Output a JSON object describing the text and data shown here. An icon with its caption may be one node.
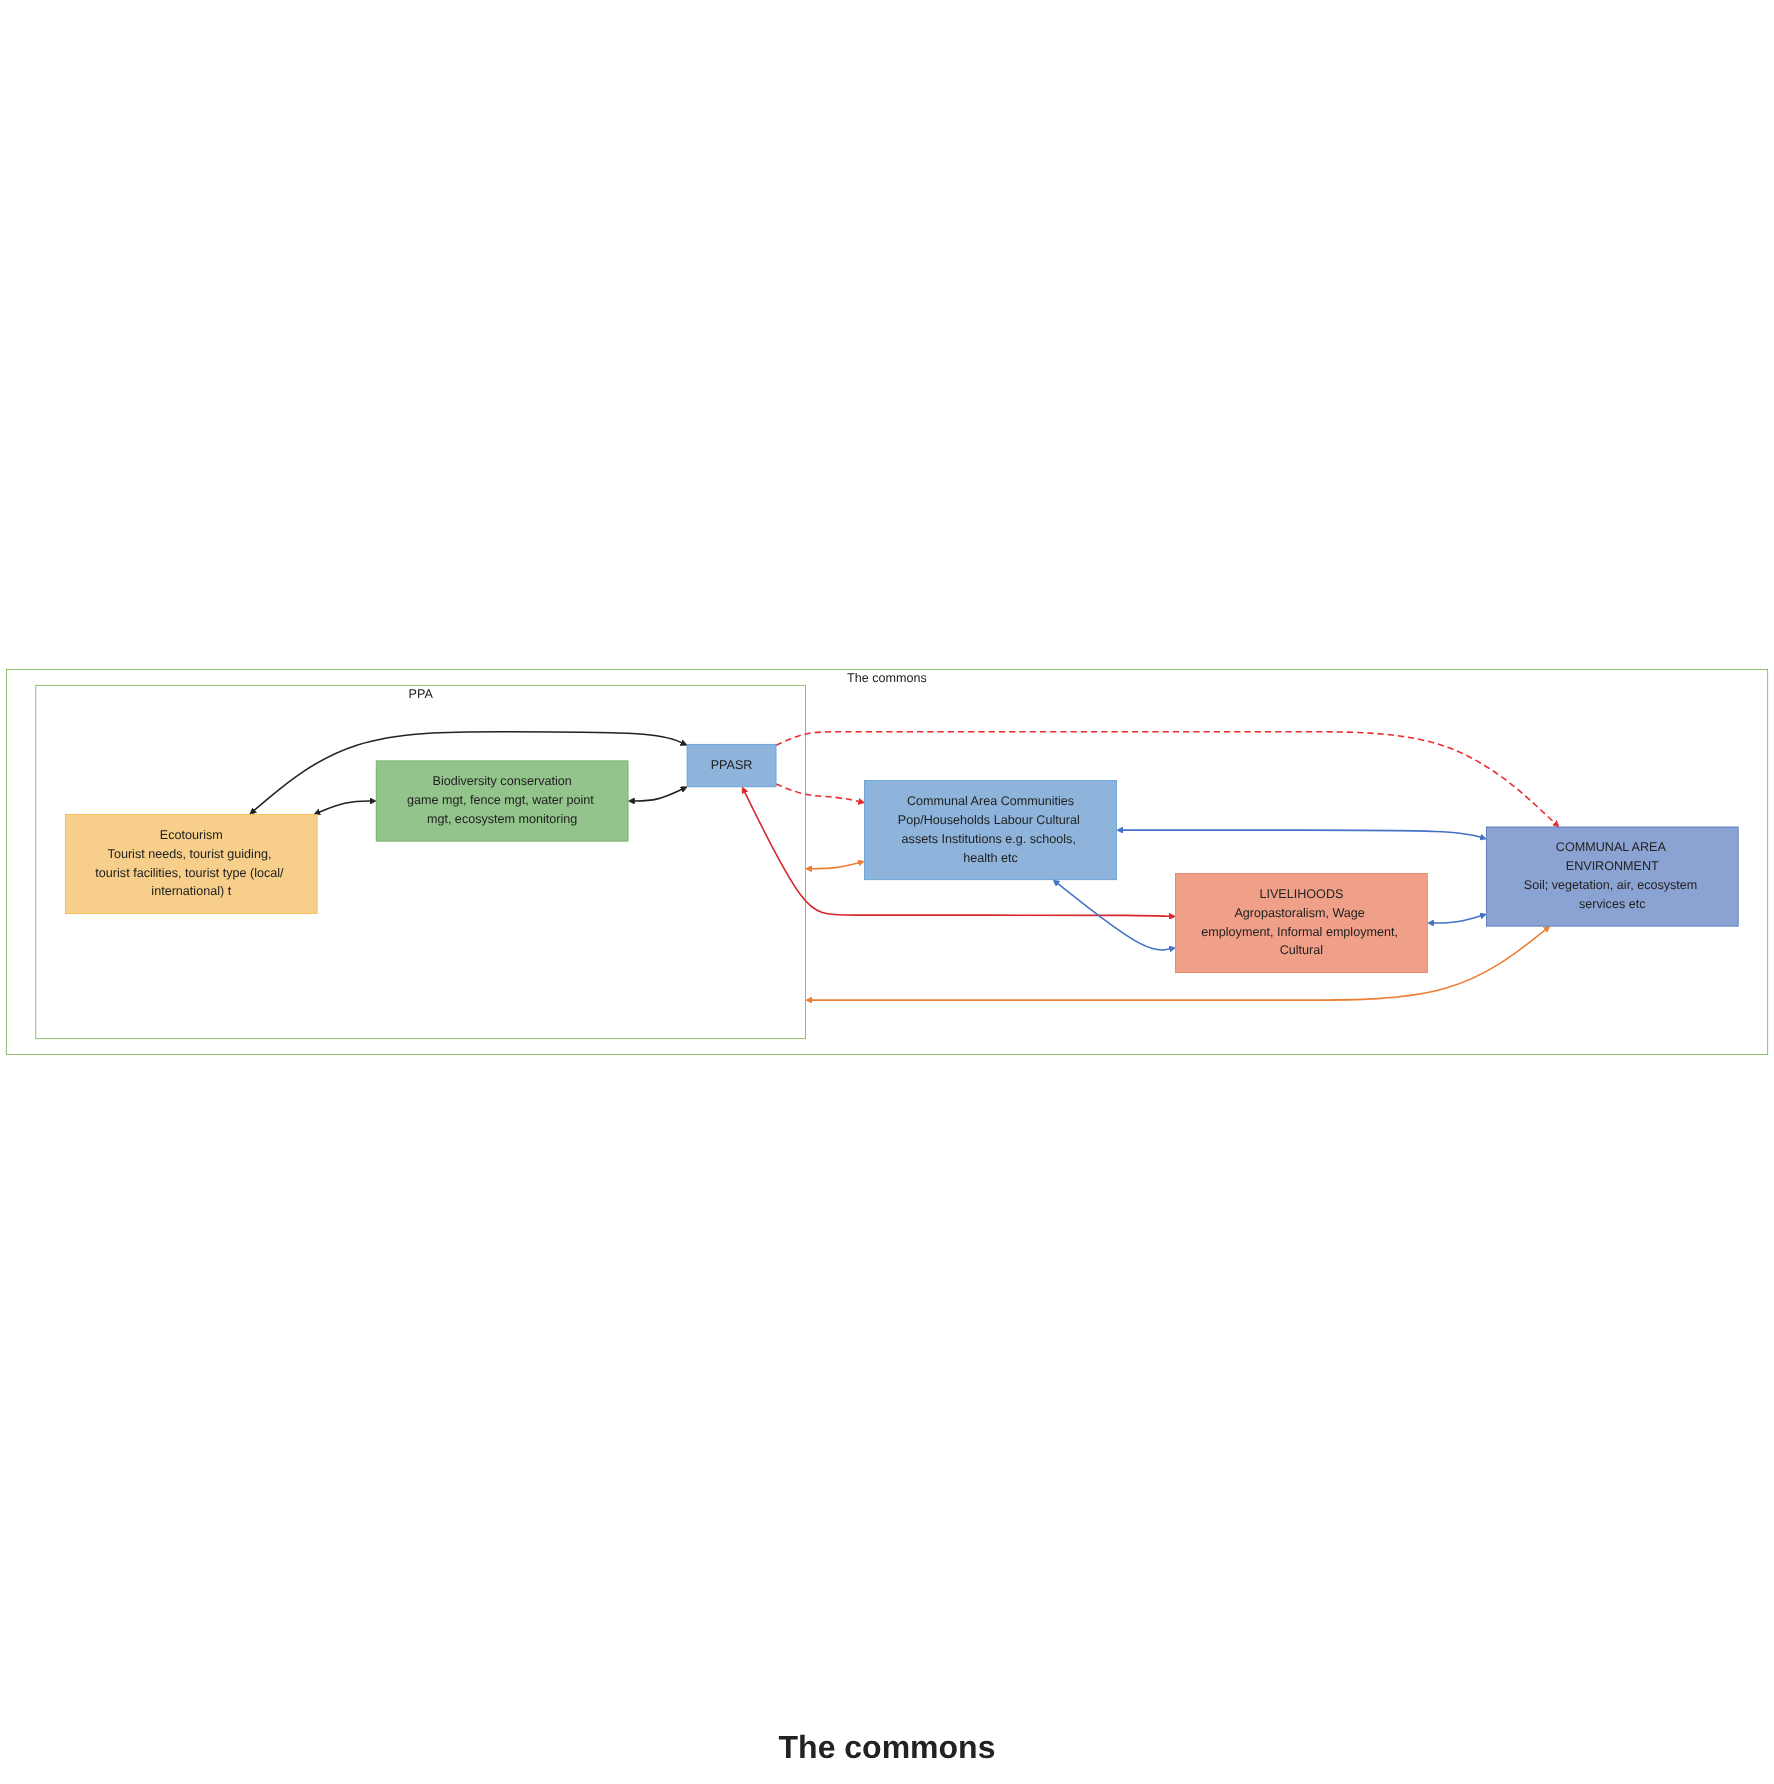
{
  "diagram": {
    "nodes": [
      {
        "text": [
          "The commons"
        ]
      },
      {
        "text": [
          "Communal Area Communities",
          "Pop/Households Labour Cultural assets Institutions e.g. schools, health etc"
        ],
        "in": 0
      },
      {
        "text": [
          "PPA"
        ],
        "in": 0
      },
      {
        "text": [
          "Ecotourism",
          "Tourist needs, tourist guiding, tourist facilities, tourist type (local/ international) t"
        ],
        "in": 2
      },
      {
        "text": [
          "Biodiversity conservation",
          "game mgt, fence mgt, water point mgt, ecosystem monitoring"
        ],
        "in": 2
      },
      {
        "text": [
          "PPASR"
        ],
        "in": 2
      },
      {
        "text": [
          "LIVELIHOODS",
          "Agropastoralism, Wage employment, Informal employment, Cultural"
        ],
        "in": 0
      },
      {
        "text": [
          "COMMUNAL AREA ENVIRONMENT",
          "Soil; vegetation, air, ecosystem services etc"
        ],
        "in": 0
      }
    ],
    "edges": [
      {
        "from": 1,
        "to": 2,
        "arrow": "both",
        "color": "#ed7d31"
      },
      {
        "from": 3,
        "to": 4,
        "arrow": "both"
      },
      {
        "from": 3,
        "to": 5,
        "arrow": "both"
      },
      {
        "from": 4,
        "to": 5,
        "arrow": "both"
      },
      {
        "from": 5,
        "to": 1,
        "arrow": "to",
        "style": "dashed",
        "color": "#ee2a2a"
      },
      {
        "from": 5,
        "to": 6,
        "arrow": "both",
        "color": "#d9262b"
      },
      {
        "from": 5,
        "to": 7,
        "arrow": "to",
        "style": "dashed",
        "color": "#ee2a2a"
      },
      {
        "from": 2,
        "to": 7,
        "arrow": "both",
        "color": "#ed7d31"
      },
      {
        "from": 1,
        "to": 6,
        "arrow": "both",
        "color": "#4472c4"
      },
      {
        "from": 1,
        "to": 7,
        "arrow": "both",
        "color": "#4472c4"
      },
      {
        "from": 6,
        "to": 7,
        "arrow": "both",
        "color": "#4472c4"
      }
    ],
    "labels": [
      "The commons"
    ]
  }
}
